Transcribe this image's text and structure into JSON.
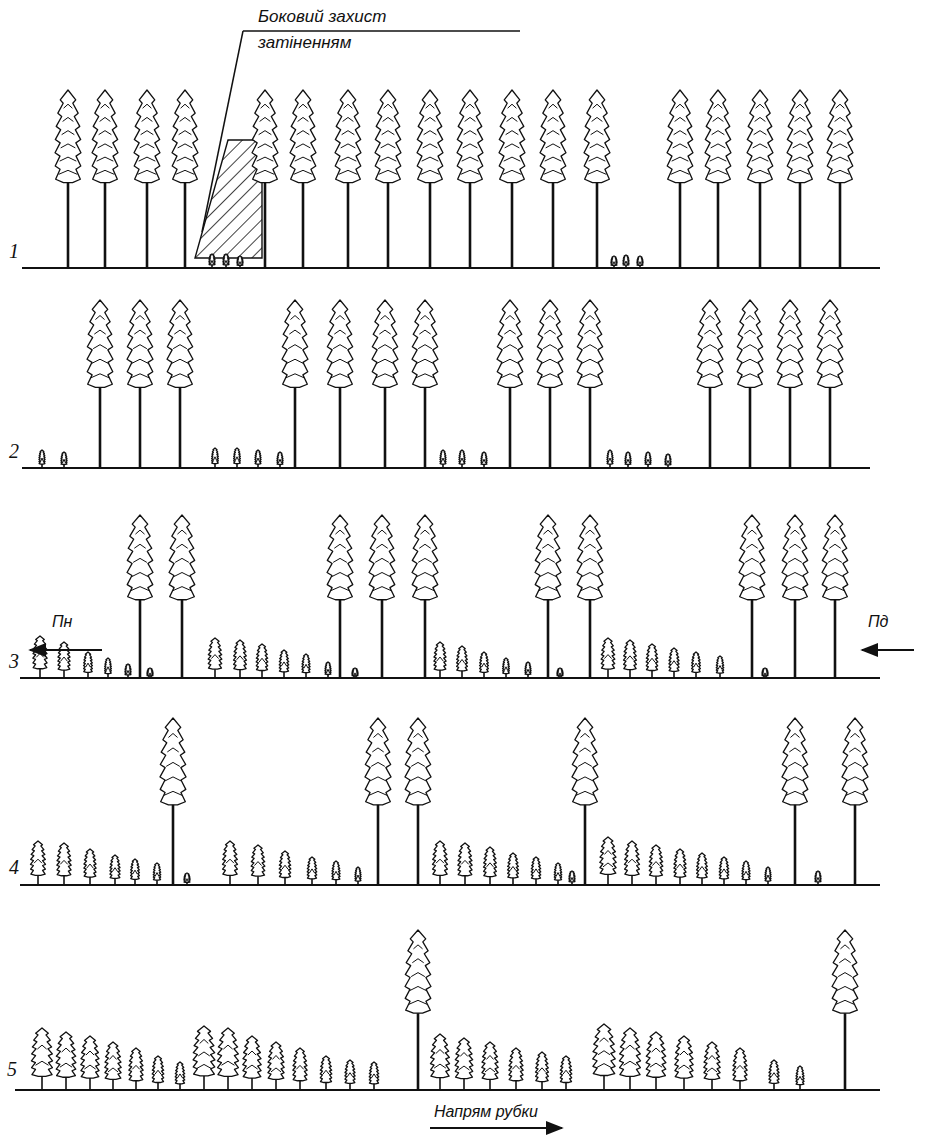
{
  "diagram": {
    "labels": [
      "Боковий захист затіненням",
      "1",
      "2",
      "Пн",
      "3",
      "Пд",
      "4",
      "5",
      "Напрям рубки"
    ]
  }
}
